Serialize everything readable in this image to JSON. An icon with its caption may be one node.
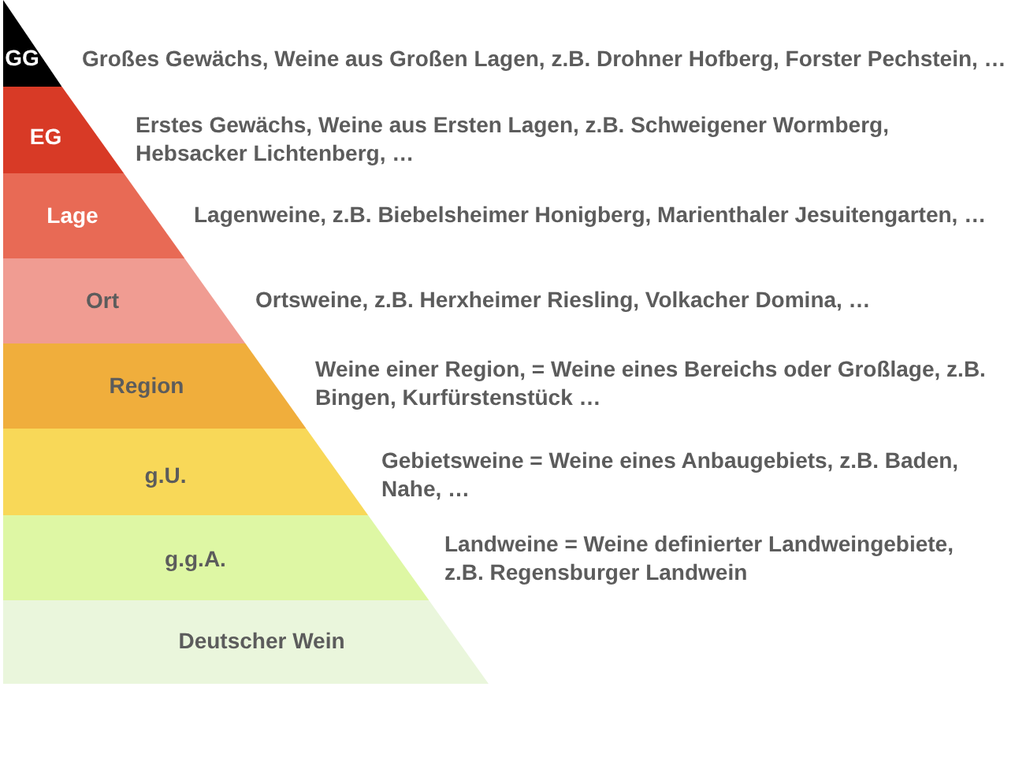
{
  "diagram": {
    "nodes": [
      {
        "text": [
          "GG"
        ],
        "beside": [
          "Großes Gewächs, Weine aus Großen Lagen, z.B. Drohner Hofberg, Forster Pechstein, …"
        ]
      },
      {
        "text": [
          "EG"
        ],
        "beside": [
          "Erstes Gewächs, Weine aus Ersten Lagen, z.B. Schweigener Wormberg, Hebsacker Lichtenberg, …"
        ]
      },
      {
        "text": [
          "Lage"
        ],
        "beside": [
          "Lagenweine, z.B. Biebelsheimer Honigberg, Marienthaler Jesuitengarten, …"
        ]
      },
      {
        "text": [
          "Ort"
        ],
        "beside": [
          "Ortsweine, z.B. Herxheimer Riesling, Volkacher Domina, …"
        ]
      },
      {
        "text": [
          "Region"
        ],
        "beside": [
          "Weine einer Region, = Weine eines Bereichs oder Großlage, z.B. Bingen, Kurfürstenstück …"
        ]
      },
      {
        "text": [
          "g.U."
        ],
        "beside": [
          "Gebietsweine = Weine eines Anbaugebiets, z.B. Baden, Nahe, …"
        ]
      },
      {
        "text": [
          "g.g.A."
        ],
        "beside": [
          "Landweine = Weine definierter Landweingebiete, z.B. Regensburger Landwein"
        ]
      },
      {
        "text": [
          "Deutscher Wein"
        ]
      }
    ]
  }
}
